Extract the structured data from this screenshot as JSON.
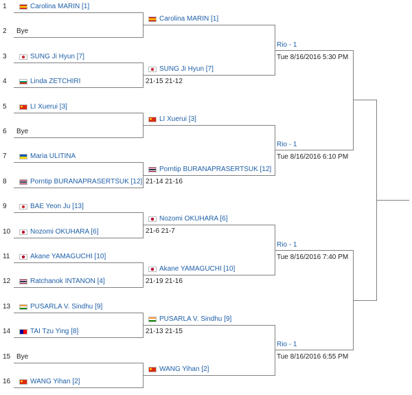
{
  "round1": [
    {
      "seed": "1",
      "name": "Carolina MARIN [1]",
      "flag": "ESP"
    },
    {
      "seed": "2",
      "name": "Bye",
      "flag": ""
    },
    {
      "seed": "3",
      "name": "SUNG Ji Hyun [7]",
      "flag": "KOR"
    },
    {
      "seed": "4",
      "name": "Linda ZETCHIRI",
      "flag": "BUL"
    },
    {
      "seed": "5",
      "name": "LI Xuerui [3]",
      "flag": "CHN"
    },
    {
      "seed": "6",
      "name": "Bye",
      "flag": ""
    },
    {
      "seed": "7",
      "name": "Maria ULITINA",
      "flag": "UKR"
    },
    {
      "seed": "8",
      "name": "Porntip BURANAPRASERTSUK [12]",
      "flag": "THA"
    },
    {
      "seed": "9",
      "name": "BAE Yeon Ju [13]",
      "flag": "KOR"
    },
    {
      "seed": "10",
      "name": "Nozomi OKUHARA [6]",
      "flag": "JPN"
    },
    {
      "seed": "11",
      "name": "Akane YAMAGUCHI [10]",
      "flag": "JPN"
    },
    {
      "seed": "12",
      "name": "Ratchanok INTANON [4]",
      "flag": "THA"
    },
    {
      "seed": "13",
      "name": "PUSARLA V. Sindhu [9]",
      "flag": "IND"
    },
    {
      "seed": "14",
      "name": "TAI Tzu Ying [8]",
      "flag": "TPE"
    },
    {
      "seed": "15",
      "name": "Bye",
      "flag": ""
    },
    {
      "seed": "16",
      "name": "WANG Yihan [2]",
      "flag": "CHN"
    }
  ],
  "round2": [
    {
      "name": "Carolina MARIN [1]",
      "flag": "ESP",
      "score": ""
    },
    {
      "name": "SUNG Ji Hyun [7]",
      "flag": "KOR",
      "score": "21-15 21-12"
    },
    {
      "name": "LI Xuerui [3]",
      "flag": "CHN",
      "score": ""
    },
    {
      "name": "Porntip BURANAPRASERTSUK [12]",
      "flag": "THA",
      "score": "21-14 21-16"
    },
    {
      "name": "Nozomi OKUHARA [6]",
      "flag": "JPN",
      "score": "21-6 21-7"
    },
    {
      "name": "Akane YAMAGUCHI [10]",
      "flag": "JPN",
      "score": "21-19 21-16"
    },
    {
      "name": "PUSARLA V. Sindhu [9]",
      "flag": "IND",
      "score": "21-13 21-15"
    },
    {
      "name": "WANG Yihan [2]",
      "flag": "CHN",
      "score": ""
    }
  ],
  "round3": [
    {
      "venue": "Rio - 1",
      "time": "Tue 8/16/2016 5:30 PM"
    },
    {
      "venue": "Rio - 1",
      "time": "Tue 8/16/2016 6:10 PM"
    },
    {
      "venue": "Rio - 1",
      "time": "Tue 8/16/2016 7:40 PM"
    },
    {
      "venue": "Rio - 1",
      "time": "Tue 8/16/2016 6:55 PM"
    }
  ],
  "flag_colors": {
    "ESP": [
      "#c60b1e",
      "#ffc400"
    ],
    "KOR": [
      "#ffffff",
      "#cd2e3a"
    ],
    "BUL": [
      "#ffffff",
      "#00966e",
      "#d62612"
    ],
    "CHN": [
      "#de2910",
      "#ffde00"
    ],
    "UKR": [
      "#0057b7",
      "#ffd700"
    ],
    "THA": [
      "#a51931",
      "#f4f5f8",
      "#2d2a4a"
    ],
    "JPN": [
      "#ffffff",
      "#bc002d"
    ],
    "IND": [
      "#ff9933",
      "#ffffff",
      "#138808"
    ],
    "TPE": [
      "#fe0000",
      "#000095"
    ]
  }
}
